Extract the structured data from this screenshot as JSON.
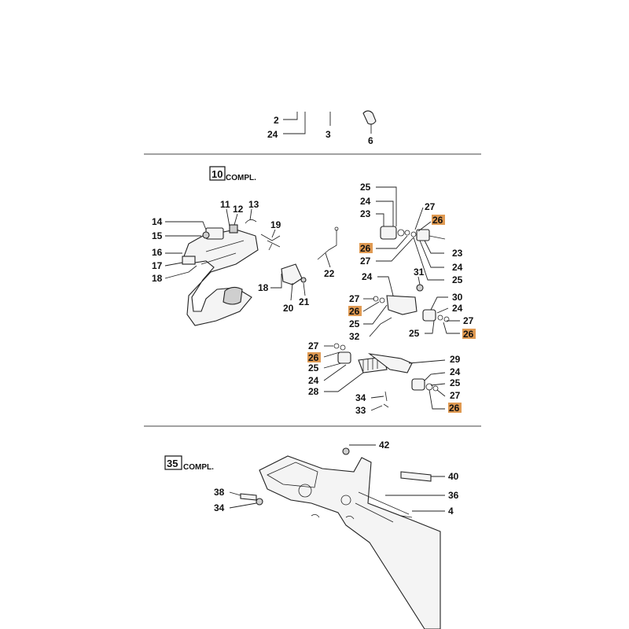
{
  "sections": {
    "group10": {
      "number": "10",
      "suffix": "COMPL."
    },
    "group35": {
      "number": "35",
      "suffix": "COMPL."
    }
  },
  "labels": {
    "t2": "2",
    "t24": "24",
    "t3": "3",
    "t6": "6",
    "a11": "11",
    "a12": "12",
    "a13": "13",
    "a14": "14",
    "a15": "15",
    "a16": "16",
    "a17": "17",
    "a18": "18",
    "a19": "19",
    "a18b": "18",
    "a20": "20",
    "a21": "21",
    "a22": "22",
    "r25": "25",
    "r24": "24",
    "r23": "23",
    "r26": "26",
    "r27": "27",
    "s27": "27",
    "s26": "26",
    "s23": "23",
    "s24": "24",
    "s25": "25",
    "m24": "24",
    "m31": "31",
    "m27": "27",
    "m26": "26",
    "m25": "25",
    "m32": "32",
    "n30": "30",
    "n24": "24",
    "n27": "27",
    "n25": "25",
    "n26": "26",
    "p27": "27",
    "p26": "26",
    "p25": "25",
    "p24": "24",
    "p28": "28",
    "q29": "29",
    "q24": "24",
    "q25": "25",
    "q27": "27",
    "q26": "26",
    "q34": "34",
    "q33": "33",
    "b42": "42",
    "b40": "40",
    "b36": "36",
    "b4": "4",
    "b38": "38",
    "b34": "34"
  },
  "highlight_color": "#e09a52"
}
